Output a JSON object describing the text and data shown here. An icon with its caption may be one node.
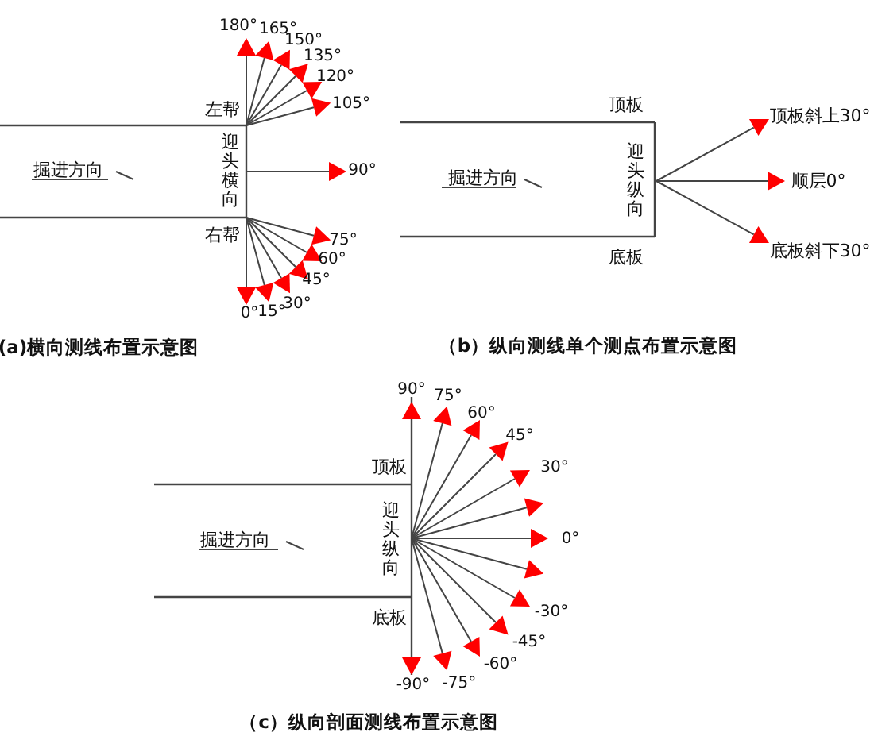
{
  "diagram": {
    "labels": [
      "180°",
      "165°",
      "150°",
      "135°",
      "120°",
      "105°",
      "左帮",
      "迎头横向",
      "掘进方向",
      "90°",
      "右帮",
      "75°",
      "60°",
      "45°",
      "0°",
      "15°",
      "30°",
      "(a)横向测线布置示意图",
      "顶板",
      "顶板斜上30°",
      "掘进方向",
      "迎头纵向",
      "顺层0°",
      "底板",
      "底板斜下30°",
      "（b）纵向测线单个测点布置示意图",
      "90°",
      "75°",
      "60°",
      "45°",
      "30°",
      "顶板",
      "0°",
      "迎头纵向",
      "掘进方向",
      "-30°",
      "底板",
      "-45°",
      "-60°",
      "-90°",
      "-75°",
      "（c）纵向剖面测线布置示意图"
    ]
  }
}
